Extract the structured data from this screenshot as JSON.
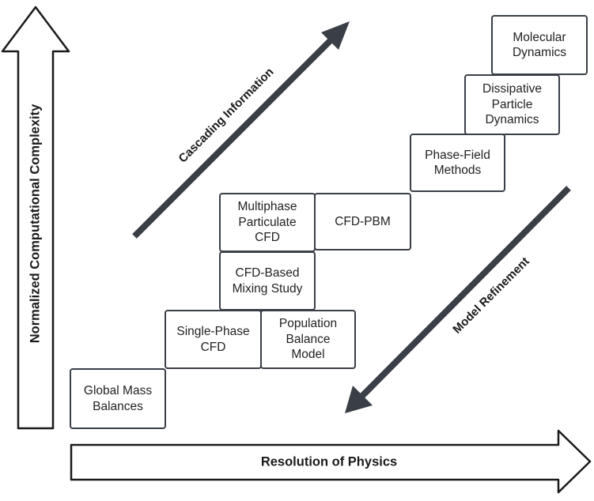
{
  "axes": {
    "y_label": "Normalized Computational Complexity",
    "x_label": "Resolution of Physics"
  },
  "arrows": {
    "cascading": "Cascading Information",
    "refinement": "Model Refinement"
  },
  "boxes": {
    "global_mass": "Global Mass\nBalances",
    "single_phase": "Single-Phase\nCFD",
    "population_balance": "Population\nBalance\nModel",
    "mixing_study": "CFD-Based\nMixing Study",
    "multiphase": "Multiphase\nParticulate\nCFD",
    "cfd_pbm": "CFD-PBM",
    "phase_field": "Phase-Field\nMethods",
    "dissipative": "Dissipative\nParticle\nDynamics",
    "molecular": "Molecular\nDynamics"
  },
  "colors": {
    "outline": "#1a1a1a",
    "arrow_fill": "#3a3f47",
    "box_border": "#3a3f47"
  }
}
